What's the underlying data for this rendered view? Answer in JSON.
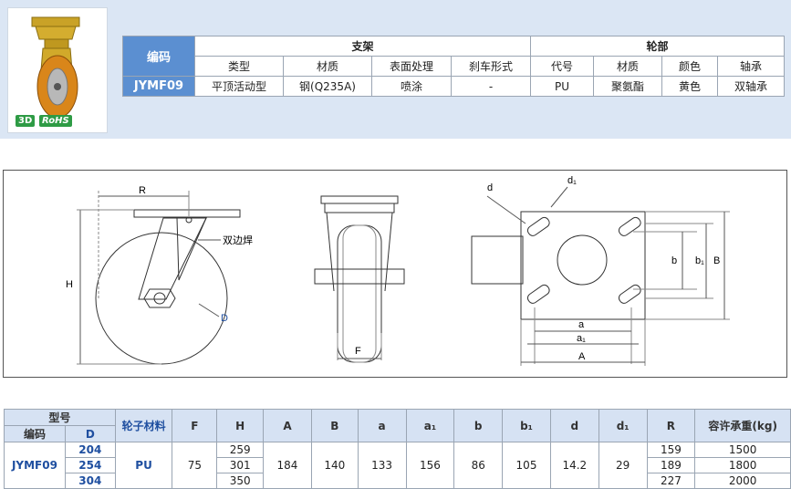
{
  "product": {
    "badge_3d": "3D",
    "badge_rohs": "RoHS"
  },
  "spec": {
    "code_header": "编码",
    "frame_header": "支架",
    "wheel_header": "轮部",
    "frame_cols": [
      "类型",
      "材质",
      "表面处理",
      "刹车形式"
    ],
    "wheel_cols": [
      "代号",
      "材质",
      "颜色",
      "轴承"
    ],
    "row": {
      "code": "JYMF09",
      "type": "平顶活动型",
      "frame_material": "钢(Q235A)",
      "surface": "喷涂",
      "brake": "-",
      "wheel_code": "PU",
      "wheel_material": "聚氨酯",
      "color": "黄色",
      "bearing": "双轴承"
    }
  },
  "drawing": {
    "label_R": "R",
    "label_H": "H",
    "label_D": "D",
    "label_weld": "双边焊",
    "label_F": "F",
    "label_d": "d",
    "label_d1": "d₁",
    "label_a": "a",
    "label_a1": "a₁",
    "label_A": "A",
    "label_b": "b",
    "label_b1": "b₁",
    "label_B": "B"
  },
  "dims": {
    "headers": {
      "model": "型号",
      "code": "编码",
      "D": "D",
      "wheel_material": "轮子材料",
      "F": "F",
      "H": "H",
      "A": "A",
      "B": "B",
      "a": "a",
      "a1": "a₁",
      "b": "b",
      "b1": "b₁",
      "d": "d",
      "d1": "d₁",
      "R": "R",
      "load": "容许承重(kg)"
    },
    "code": "JYMF09",
    "wheel_material": "PU",
    "F": "75",
    "A": "184",
    "B": "140",
    "a": "133",
    "a1": "156",
    "b": "86",
    "b1": "105",
    "d": "14.2",
    "d1": "29",
    "rows": [
      {
        "D": "204",
        "H": "259",
        "R": "159",
        "load": "1500"
      },
      {
        "D": "254",
        "H": "301",
        "R": "189",
        "load": "1800"
      },
      {
        "D": "304",
        "H": "350",
        "R": "227",
        "load": "2000"
      }
    ]
  },
  "colors": {
    "header_blue": "#5b8fd1",
    "band": "#dbe6f4",
    "wheel_orange": "#d9861a",
    "frame_yellow": "#c9a227"
  }
}
